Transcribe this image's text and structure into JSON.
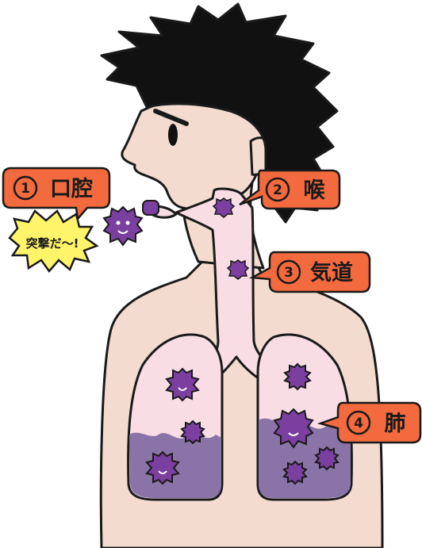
{
  "labels": {
    "oral": {
      "num": "1",
      "text": "口腔"
    },
    "throat": {
      "num": "2",
      "text": "喉"
    },
    "trachea": {
      "num": "3",
      "text": "気道"
    },
    "lung": {
      "num": "4",
      "text": "肺"
    }
  },
  "speech_bubble": "突撃だ〜!",
  "colors": {
    "label_fill": "#f26a3d",
    "skin": "#f3dccf",
    "airway": "#f8dde4",
    "lung_tint": "#8a73a6",
    "germ": "#7b3fa0",
    "bubble": "#fff46a",
    "hair": "#111111"
  }
}
